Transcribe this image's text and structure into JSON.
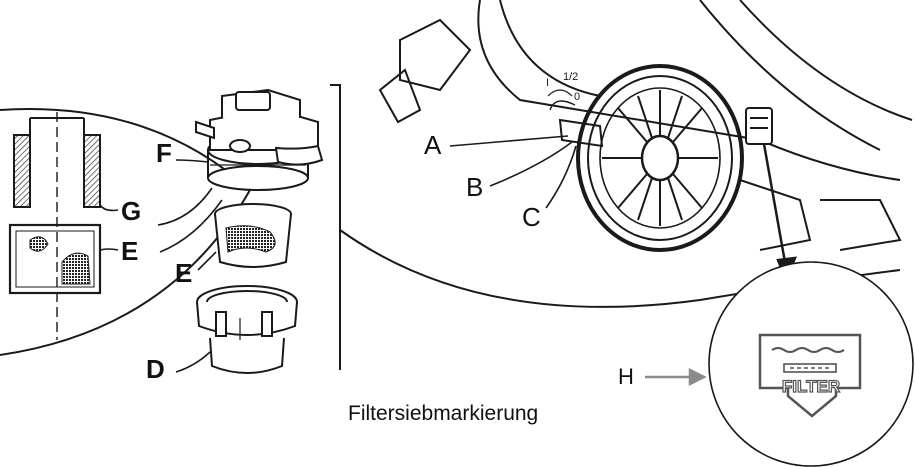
{
  "labels": {
    "A": "A",
    "B": "B",
    "C": "C",
    "D": "D",
    "E_detail": "E",
    "E_part": "E",
    "F": "F",
    "G": "G",
    "H": "H"
  },
  "wheel_markings": {
    "one": "I",
    "half": "1/2",
    "zero": "0"
  },
  "filter_symbol_text": "FILTER",
  "caption": "Filtersiebmarkierung",
  "colors": {
    "line": "#1a1a1a",
    "pointer_h": "#8a8a8a",
    "background": "#ffffff"
  }
}
